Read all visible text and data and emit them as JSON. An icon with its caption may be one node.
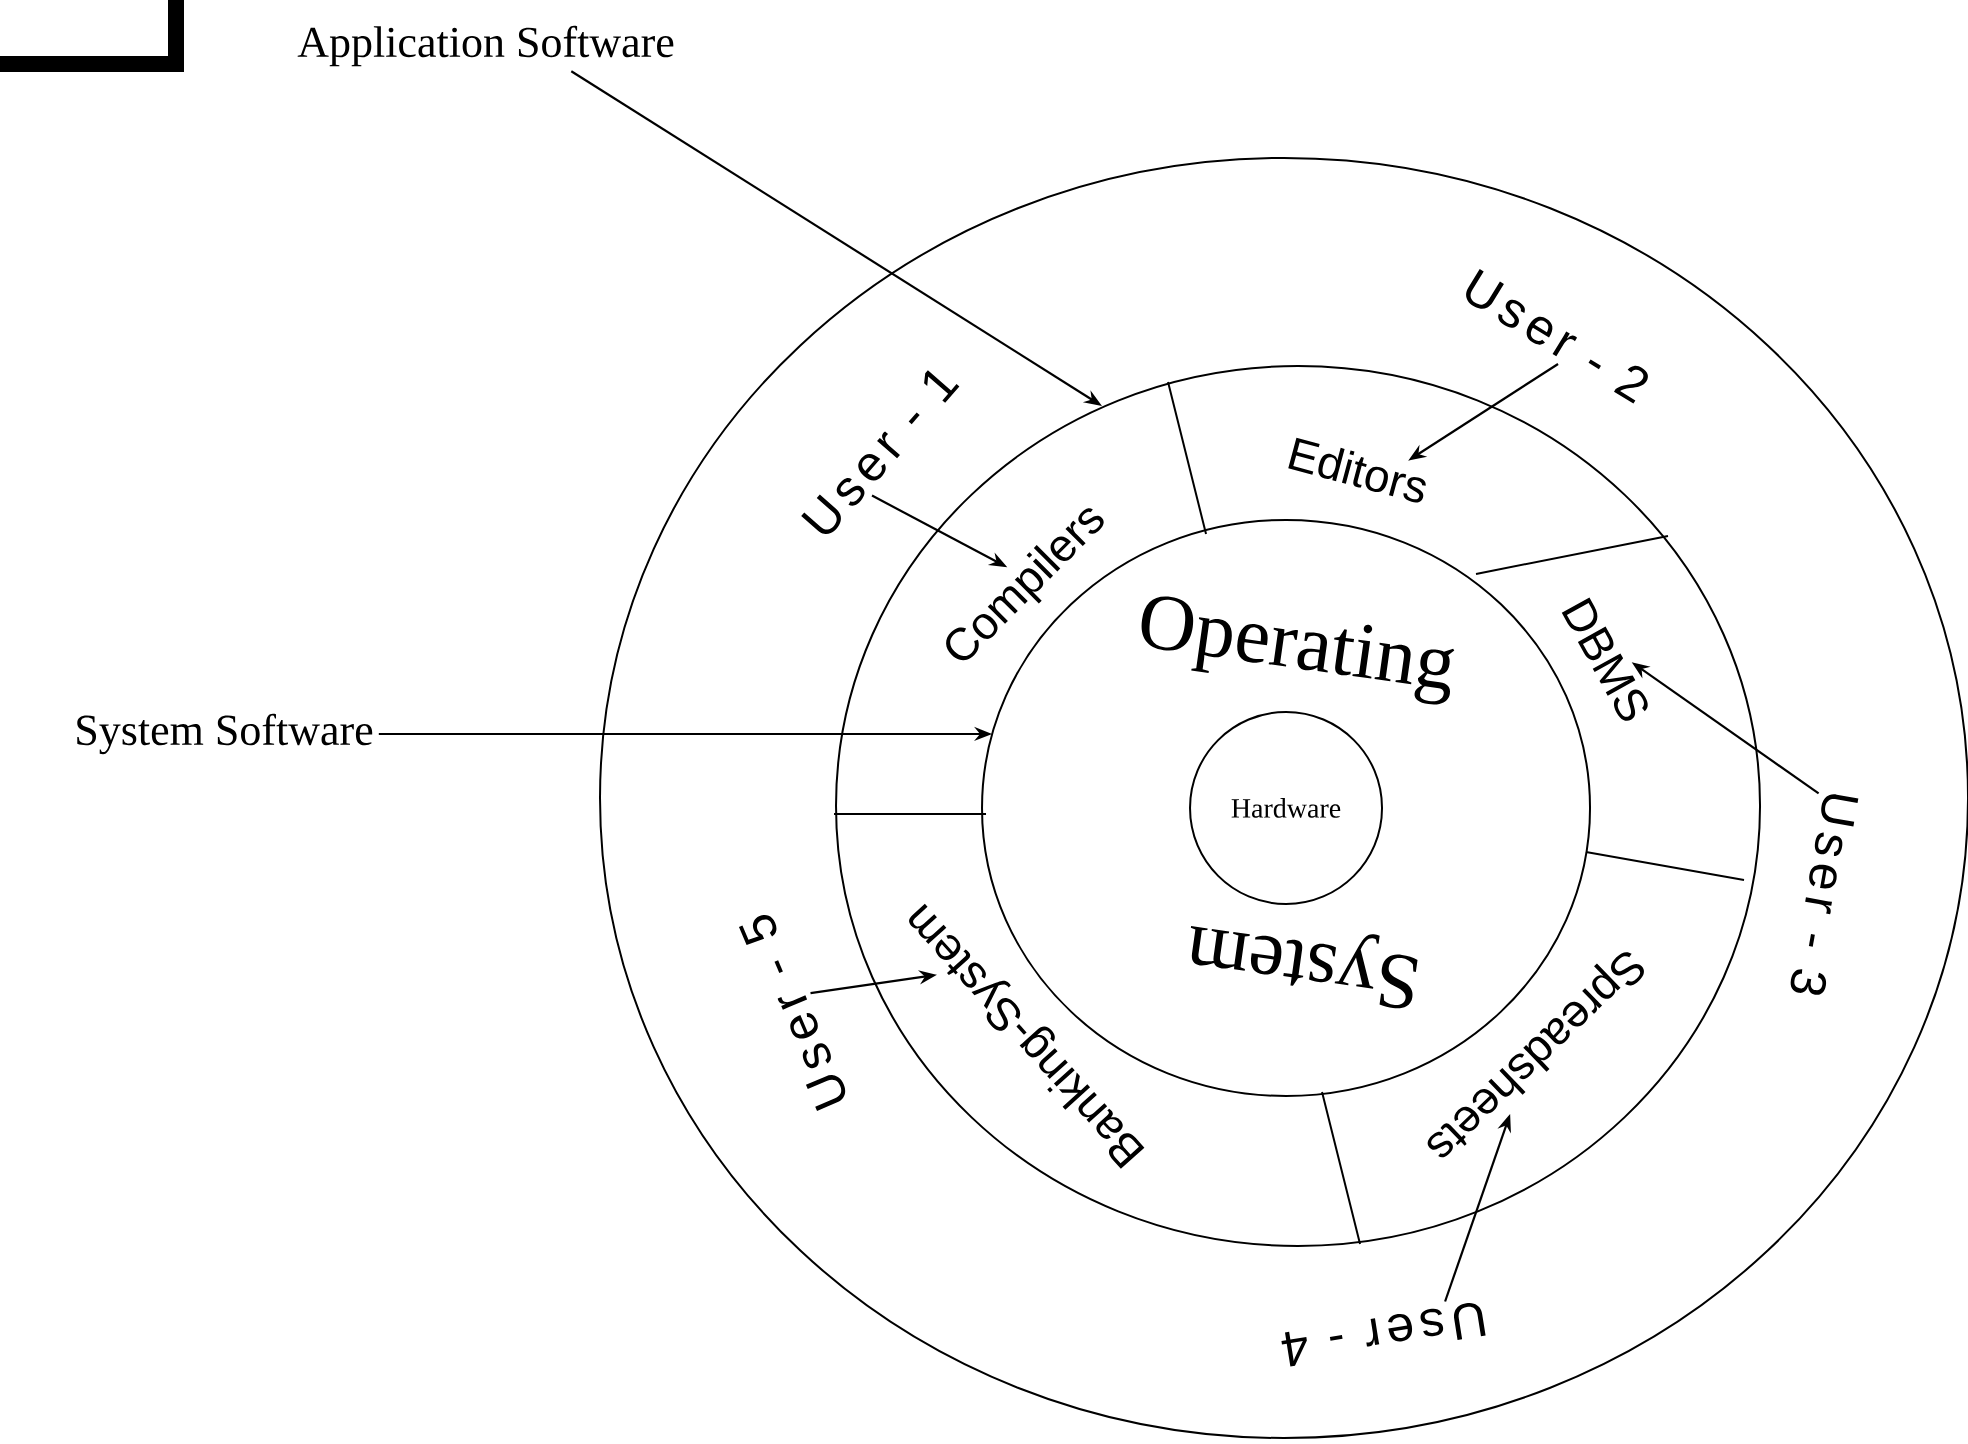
{
  "diagram": {
    "nodes": [
      {
        "text": [
          "Application Software"
        ]
      },
      {
        "text": [
          "System Software"
        ]
      },
      {
        "text": [
          "User - 1"
        ]
      },
      {
        "text": [
          "User - 2"
        ]
      },
      {
        "text": [
          "Compilers"
        ]
      },
      {
        "text": [
          "Editors"
        ]
      },
      {
        "text": [
          "DBMS"
        ]
      },
      {
        "text": [
          "User - 3"
        ]
      },
      {
        "text": [
          "Operating",
          "System"
        ]
      },
      {
        "text": [
          "Hardware"
        ],
        "in": 8
      },
      {
        "text": [
          "Banking-System"
        ]
      },
      {
        "text": [
          "Spreadsheets"
        ]
      },
      {
        "text": [
          "User - 5"
        ]
      },
      {
        "text": [
          "User - 4"
        ]
      }
    ],
    "edges": [
      {
        "from": 0,
        "to": null,
        "arrow": "to"
      },
      {
        "from": 1,
        "to": 8,
        "arrow": "to"
      },
      {
        "from": 2,
        "to": 4,
        "arrow": "to"
      },
      {
        "from": 3,
        "to": 5,
        "arrow": "to"
      },
      {
        "from": 7,
        "to": 6,
        "arrow": "to"
      },
      {
        "from": 13,
        "to": 11,
        "arrow": "to"
      },
      {
        "from": 12,
        "to": 10,
        "arrow": "to"
      }
    ]
  }
}
